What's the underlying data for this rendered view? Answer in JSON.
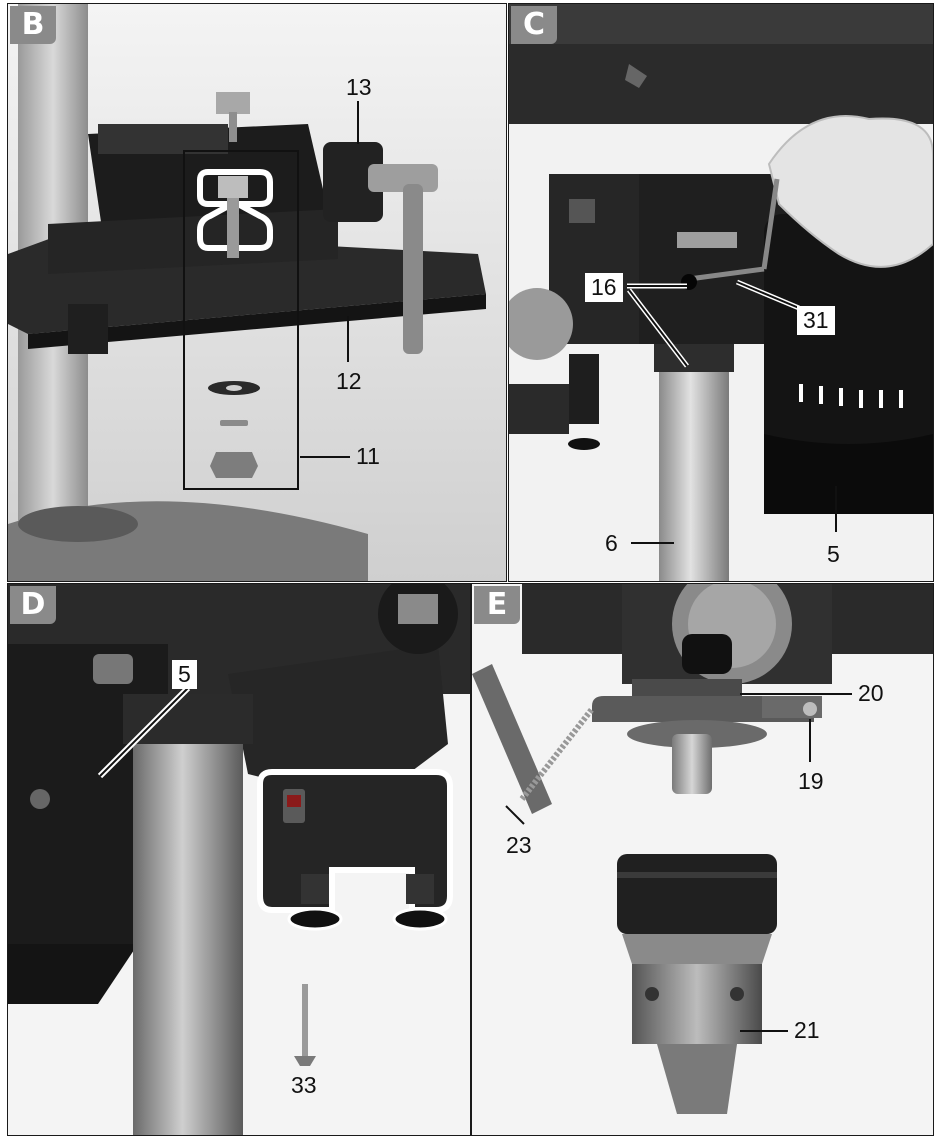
{
  "panels": [
    {
      "id": "B",
      "label": "B",
      "callouts": [
        "13",
        "12",
        "11"
      ]
    },
    {
      "id": "C",
      "label": "C",
      "callouts": [
        "16",
        "31",
        "6",
        "5"
      ]
    },
    {
      "id": "D",
      "label": "D",
      "callouts": [
        "5",
        "33"
      ]
    },
    {
      "id": "E",
      "label": "E",
      "callouts": [
        "20",
        "19",
        "23",
        "21"
      ]
    }
  ],
  "colors": {
    "frame": "#1a1a1a",
    "badge": "#8a8a8a",
    "photo_dark": "#1c1c1c",
    "photo_mid": "#6e6e6e",
    "photo_light": "#bdbdbd"
  }
}
